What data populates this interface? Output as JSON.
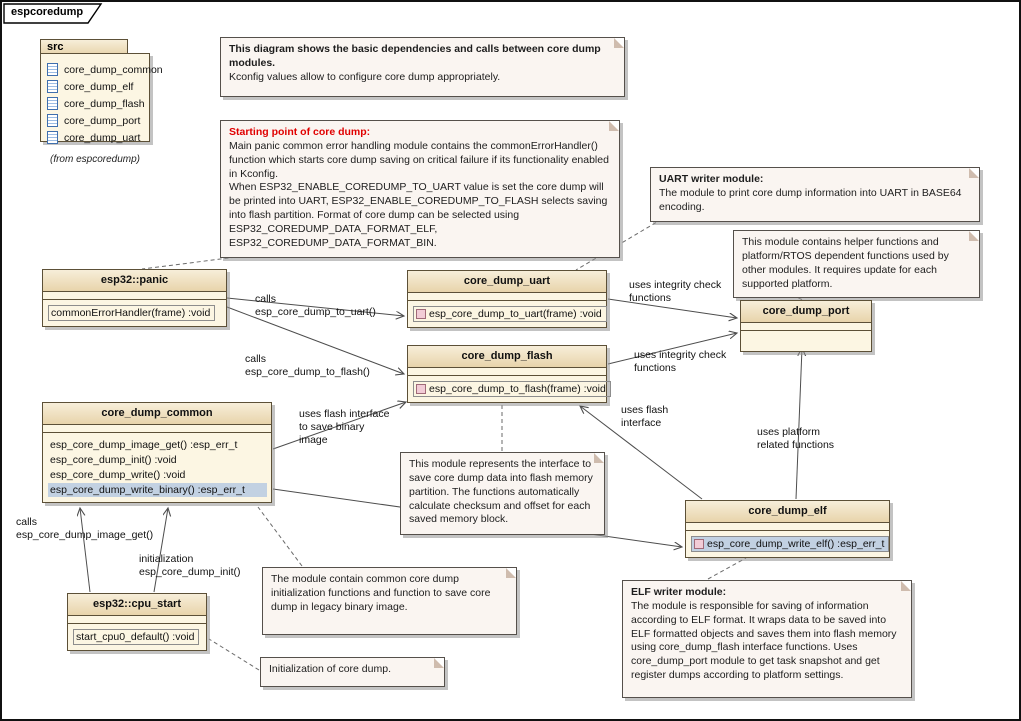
{
  "frame": {
    "title": "espcoredump"
  },
  "package": {
    "name": "src",
    "items": [
      "core_dump_common",
      "core_dump_elf",
      "core_dump_flash",
      "core_dump_port",
      "core_dump_uart"
    ],
    "origin": "(from espcoredump)"
  },
  "notes": {
    "overview": {
      "bold": "This diagram shows the basic dependencies and calls between core dump modules.",
      "text": "Kconfig values allow to configure core dump appropriately."
    },
    "starting": {
      "title": "Starting point of core dump:",
      "text": "Main panic  common error handling module contains the commonErrorHandler() function which starts core dump saving on critical failure if its functionality enabled in Kconfig.\nWhen ESP32_ENABLE_COREDUMP_TO_UART value is set the core dump will be printed into UART, ESP32_ENABLE_COREDUMP_TO_FLASH selects saving into flash partition. Format of core dump can be selected using ESP32_COREDUMP_DATA_FORMAT_ELF, ESP32_COREDUMP_DATA_FORMAT_BIN."
    },
    "uart_writer": {
      "title": "UART writer module:",
      "text": "The module to print core dump information into UART in BASE64 encoding."
    },
    "helper": {
      "text": "This module contains helper functions and platform/RTOS dependent functions used by other modules. It requires update for each supported platform."
    },
    "flash_iface": {
      "text": "This module represents the interface to save core dump data into flash memory partition. The functions automatically calculate checksum and offset for each saved memory block."
    },
    "common_module": {
      "text": "The module contain common core dump initialization functions and function to save core dump in legacy binary image."
    },
    "init": {
      "text": "Initialization of core dump."
    },
    "elf_writer": {
      "title": "ELF writer module:",
      "text": "The module is responsible for saving of information according to ELF format. It wraps data to be saved into ELF formatted objects and saves them into flash memory using core_dump_flash interface functions. Uses core_dump_port module to get task snapshot and get register dumps according to platform settings."
    }
  },
  "classes": {
    "panic": {
      "name": "esp32::panic",
      "ops": [
        "commonErrorHandler(frame)  :void"
      ]
    },
    "uart": {
      "name": "core_dump_uart",
      "ops": [
        "esp_core_dump_to_uart(frame)  :void"
      ]
    },
    "flash": {
      "name": "core_dump_flash",
      "ops": [
        "esp_core_dump_to_flash(frame)  :void"
      ]
    },
    "port": {
      "name": "core_dump_port",
      "ops": []
    },
    "common": {
      "name": "core_dump_common",
      "ops": [
        "esp_core_dump_image_get() :esp_err_t",
        "esp_core_dump_init()  :void",
        "esp_core_dump_write()  :void",
        "esp_core_dump_write_binary() :esp_err_t"
      ]
    },
    "elf": {
      "name": "core_dump_elf",
      "ops": [
        "esp_core_dump_write_elf()  :esp_err_t"
      ]
    },
    "cpu_start": {
      "name": "esp32::cpu_start",
      "ops": [
        "start_cpu0_default()  :void"
      ]
    }
  },
  "edges": {
    "calls_to_uart": "calls\nesp_core_dump_to_uart()",
    "calls_to_flash": "calls\nesp_core_dump_to_flash()",
    "integrity_uart": "uses integrity check\nfunctions",
    "integrity_flash": "uses integrity check\nfunctions",
    "flash_save_binary": "uses flash interface\nto save binary\nimage",
    "flash_interface": "uses flash\ninterface",
    "platform_related": "uses platform\nrelated functions",
    "calls_image_get": "calls\nesp_core_dump_image_get()",
    "initialization": "initialization\nesp_core_dump_init()"
  },
  "colors": {
    "class_header": "#e8d4ab",
    "class_body": "#fcf6e3",
    "note_bg": "#faf5f1",
    "highlight_row": "#c2d1e2",
    "red_title": "#e00000"
  }
}
